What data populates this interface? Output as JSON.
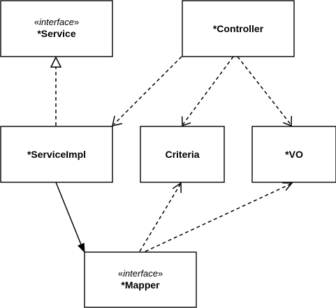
{
  "diagram": {
    "service": {
      "stereotype_open": "«",
      "stereotype_word": "interface",
      "stereotype_close": "»",
      "name": "*Service"
    },
    "controller": {
      "name": "*Controller"
    },
    "service_impl": {
      "name": "*ServiceImpl"
    },
    "criteria": {
      "name": "Criteria"
    },
    "vo": {
      "name": "*VO"
    },
    "mapper": {
      "stereotype_open": "«",
      "stereotype_word": "interface",
      "stereotype_close": "»",
      "name": "*Mapper"
    }
  }
}
